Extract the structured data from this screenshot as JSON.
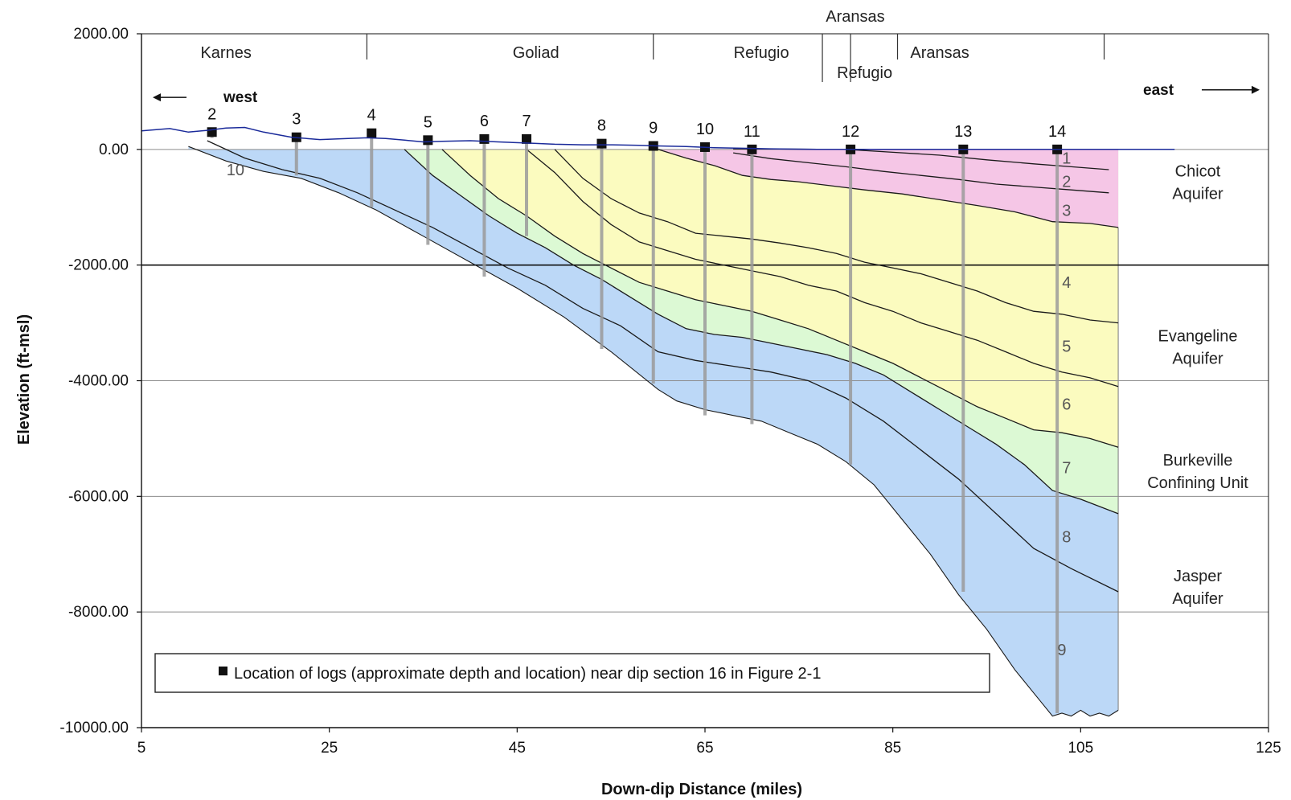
{
  "chart_data": {
    "type": "area",
    "xlabel": "Down-dip Distance (miles)",
    "ylabel": "Elevation (ft-msl)",
    "xlim": [
      5,
      125
    ],
    "ylim": [
      -10000,
      2000
    ],
    "x_ticks": [
      "5",
      "25",
      "45",
      "65",
      "85",
      "105",
      "125"
    ],
    "y_ticks": [
      "2000.00",
      "0.00",
      "-2000.00",
      "-4000.00",
      "-6000.00",
      "-8000.00",
      "-10000.00"
    ],
    "grid": true,
    "colors": {
      "chicot": "#f5c6e6",
      "evangeline": "#fbfbbf",
      "burkeville": "#dcf9d4",
      "jasper": "#bcd8f7",
      "surface": "#1a2a9a",
      "log": "#9a9a9a",
      "grid": "#8c8c8c"
    },
    "counties": [
      {
        "label": "Karnes",
        "x": 14,
        "row": "top"
      },
      {
        "label": "Goliad",
        "x": 47,
        "row": "top"
      },
      {
        "label": "Refugio",
        "x": 71,
        "row": "top"
      },
      {
        "label": "Aransas",
        "x": 90,
        "row": "top"
      },
      {
        "label": "Aransas",
        "x": 81,
        "row": "above"
      },
      {
        "label": "Refugio",
        "x": 82,
        "row": "below"
      }
    ],
    "county_boundaries": [
      29,
      59.5,
      77.5,
      80.5,
      85.5,
      107.5
    ],
    "directions": {
      "west": "west",
      "east": "east"
    },
    "surface": {
      "x": [
        5,
        8,
        10,
        12,
        14,
        16,
        18,
        21,
        24,
        27,
        29,
        31,
        33,
        35,
        37,
        40,
        43,
        46,
        49,
        52,
        55,
        58,
        60,
        63,
        66,
        69,
        72,
        75,
        78,
        82,
        86,
        90,
        95,
        100,
        104,
        109
      ],
      "y": [
        320,
        360,
        300,
        330,
        370,
        380,
        300,
        210,
        170,
        190,
        200,
        190,
        160,
        130,
        140,
        150,
        130,
        110,
        90,
        80,
        80,
        70,
        60,
        50,
        30,
        20,
        10,
        5,
        0,
        0,
        0,
        0,
        0,
        0,
        0,
        0
      ]
    },
    "bottom_boundary": {
      "x": [
        10,
        14,
        18,
        22,
        26,
        30,
        35,
        40,
        45,
        50,
        55,
        60,
        62,
        65,
        68,
        71,
        74,
        77,
        80,
        83,
        86,
        89,
        92,
        95,
        98,
        100,
        101,
        102,
        103,
        104,
        105,
        106,
        107,
        108,
        109
      ],
      "y": [
        50,
        -200,
        -380,
        -500,
        -750,
        -1050,
        -1500,
        -1950,
        -2400,
        -2900,
        -3500,
        -4150,
        -4350,
        -4500,
        -4600,
        -4700,
        -4900,
        -5100,
        -5400,
        -5800,
        -6400,
        -7000,
        -7700,
        -8300,
        -9000,
        -9400,
        -9600,
        -9800,
        -9750,
        -9800,
        -9700,
        -9800,
        -9750,
        -9800,
        -9700
      ]
    },
    "horizons": [
      {
        "x": [
          68,
          75,
          80,
          85,
          90,
          95,
          100,
          104,
          108
        ],
        "y": [
          10,
          5,
          0,
          -50,
          -100,
          -180,
          -250,
          -300,
          -350
        ]
      },
      {
        "x": [
          68,
          72,
          76,
          80,
          84,
          88,
          92,
          96,
          100,
          104,
          108
        ],
        "y": [
          -60,
          -160,
          -230,
          -300,
          -380,
          -450,
          -520,
          -600,
          -650,
          -700,
          -750
        ]
      },
      {
        "x": [
          60,
          63,
          66,
          69,
          72,
          75,
          79,
          82,
          86,
          90,
          94,
          98,
          102,
          106,
          109
        ],
        "y": [
          0,
          -150,
          -280,
          -450,
          -520,
          -560,
          -640,
          -700,
          -770,
          -870,
          -970,
          -1080,
          -1250,
          -1280,
          -1350
        ]
      },
      {
        "x": [
          49,
          52,
          55,
          58,
          61,
          64,
          67,
          70,
          73,
          76,
          79,
          82,
          85,
          88,
          91,
          94,
          97,
          100,
          103,
          106,
          109
        ],
        "y": [
          0,
          -500,
          -850,
          -1100,
          -1250,
          -1450,
          -1500,
          -1550,
          -1620,
          -1700,
          -1800,
          -1950,
          -2050,
          -2150,
          -2300,
          -2450,
          -2650,
          -2800,
          -2850,
          -2950,
          -3000
        ]
      },
      {
        "x": [
          46,
          49,
          52,
          55,
          58,
          61,
          64,
          67,
          70,
          73,
          76,
          79,
          82,
          85,
          88,
          91,
          94,
          97,
          100,
          103,
          106,
          109
        ],
        "y": [
          0,
          -400,
          -900,
          -1300,
          -1600,
          -1750,
          -1900,
          -2000,
          -2100,
          -2200,
          -2350,
          -2450,
          -2650,
          -2800,
          -3000,
          -3150,
          -3300,
          -3500,
          -3700,
          -3850,
          -3950,
          -4100
        ]
      },
      {
        "x": [
          37,
          40,
          43,
          46,
          49,
          52,
          55,
          58,
          61,
          64,
          67,
          70,
          73,
          76,
          79,
          82,
          85,
          88,
          91,
          94,
          97,
          100,
          103,
          106,
          109
        ],
        "y": [
          0,
          -450,
          -850,
          -1150,
          -1500,
          -1800,
          -2050,
          -2300,
          -2450,
          -2600,
          -2700,
          -2800,
          -2950,
          -3100,
          -3300,
          -3500,
          -3700,
          -3950,
          -4200,
          -4450,
          -4650,
          -4850,
          -4900,
          -5000,
          -5150
        ]
      },
      {
        "x": [
          33,
          36,
          39,
          42,
          45,
          48,
          51,
          54,
          57,
          60,
          63,
          66,
          69,
          72,
          75,
          78,
          81,
          84,
          87,
          90,
          93,
          96,
          99,
          102,
          105,
          109
        ],
        "y": [
          0,
          -450,
          -800,
          -1150,
          -1450,
          -1700,
          -2000,
          -2250,
          -2550,
          -2850,
          -3100,
          -3200,
          -3250,
          -3350,
          -3450,
          -3550,
          -3700,
          -3900,
          -4200,
          -4500,
          -4800,
          -5100,
          -5450,
          -5900,
          -6050,
          -6300
        ]
      },
      {
        "x": [
          12,
          16,
          20,
          24,
          28,
          32,
          36,
          40,
          44,
          48,
          52,
          56,
          60,
          64,
          68,
          72,
          76,
          80,
          84,
          88,
          92,
          96,
          100,
          104,
          109
        ],
        "y": [
          150,
          -150,
          -350,
          -500,
          -750,
          -1050,
          -1350,
          -1700,
          -2050,
          -2350,
          -2750,
          -3050,
          -3500,
          -3650,
          -3750,
          -3850,
          -4000,
          -4300,
          -4700,
          -5200,
          -5700,
          -6300,
          -6900,
          -7250,
          -7650
        ]
      }
    ],
    "layers": [
      {
        "label": "1",
        "x": 103.5,
        "y": -150
      },
      {
        "label": "2",
        "x": 103.5,
        "y": -550
      },
      {
        "label": "3",
        "x": 103.5,
        "y": -1050
      },
      {
        "label": "4",
        "x": 103.5,
        "y": -2300
      },
      {
        "label": "5",
        "x": 103.5,
        "y": -3400
      },
      {
        "label": "6",
        "x": 103.5,
        "y": -4400
      },
      {
        "label": "7",
        "x": 103.5,
        "y": -5500
      },
      {
        "label": "8",
        "x": 103.5,
        "y": -6700
      },
      {
        "label": "9",
        "x": 103,
        "y": -8650
      },
      {
        "label": "10",
        "x": 15,
        "y": -350
      }
    ],
    "logs": [
      {
        "label": "2",
        "x": 12.5,
        "top": 300,
        "bottom": 200
      },
      {
        "label": "3",
        "x": 21.5,
        "top": 210,
        "bottom": -450
      },
      {
        "label": "4",
        "x": 29.5,
        "top": 280,
        "bottom": -1000
      },
      {
        "label": "5",
        "x": 35.5,
        "top": 160,
        "bottom": -1650
      },
      {
        "label": "6",
        "x": 41.5,
        "top": 180,
        "bottom": -2200
      },
      {
        "label": "7",
        "x": 46,
        "top": 180,
        "bottom": -1500
      },
      {
        "label": "8",
        "x": 54,
        "top": 100,
        "bottom": -3450
      },
      {
        "label": "9",
        "x": 59.5,
        "top": 60,
        "bottom": -4050
      },
      {
        "label": "10",
        "x": 65,
        "top": 40,
        "bottom": -4600
      },
      {
        "label": "11",
        "x": 70,
        "top": 0,
        "bottom": -4750
      },
      {
        "label": "12",
        "x": 80.5,
        "top": 0,
        "bottom": -5450
      },
      {
        "label": "13",
        "x": 92.5,
        "top": 0,
        "bottom": -7650
      },
      {
        "label": "14",
        "x": 102.5,
        "top": 0,
        "bottom": -9750
      }
    ],
    "aquifers": [
      {
        "lines": [
          "Chicot",
          "Aquifer"
        ],
        "y": -550
      },
      {
        "lines": [
          "Evangeline",
          "Aquifer"
        ],
        "y": -3400
      },
      {
        "lines": [
          "Burkeville",
          "Confining Unit"
        ],
        "y": -5550
      },
      {
        "lines": [
          "Jasper",
          "Aquifer"
        ],
        "y": -7550
      }
    ],
    "legend": {
      "text": "Location of logs (approximate depth and location) near dip section 16 in Figure 2-1",
      "position": "bottom-left"
    }
  }
}
